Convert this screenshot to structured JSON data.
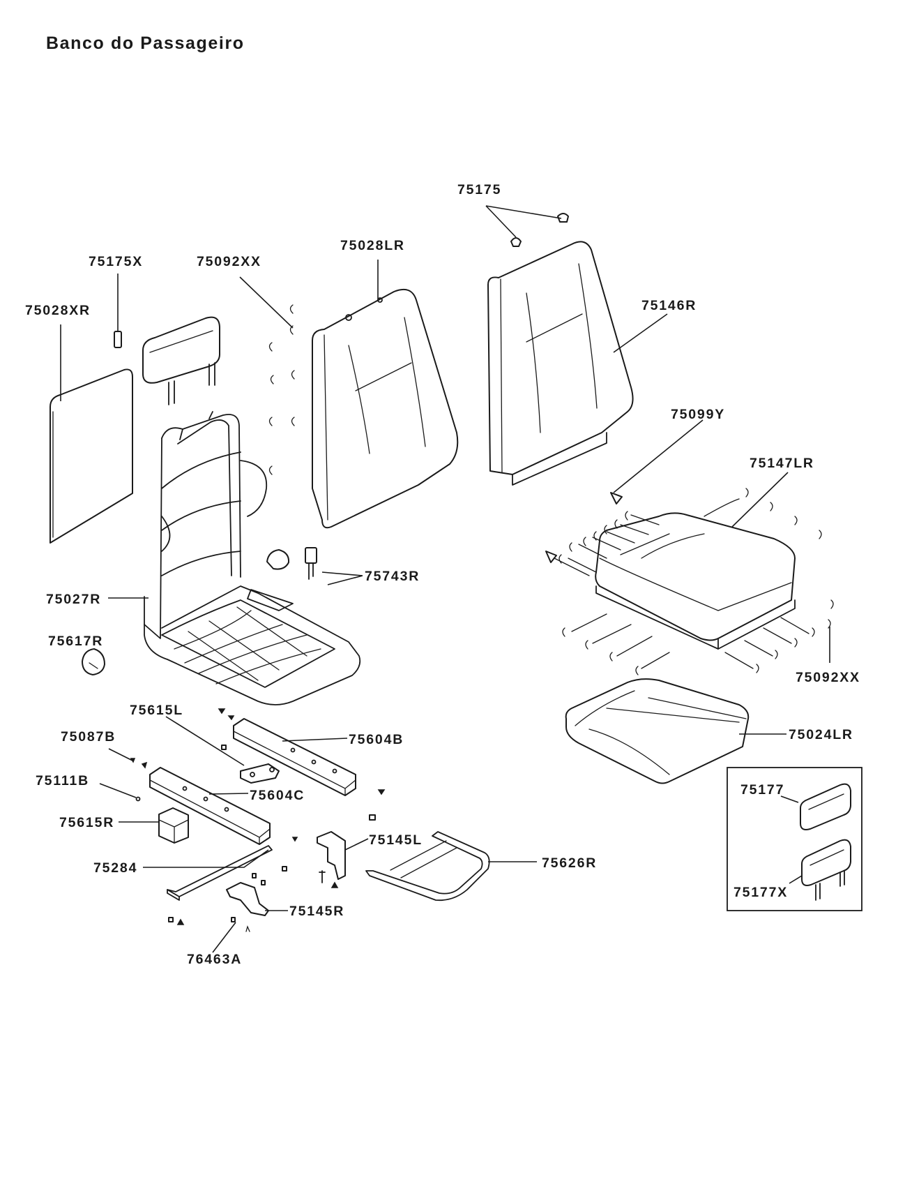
{
  "title": "Banco do Passageiro",
  "parts": {
    "p75175": "75175",
    "p75175X": "75175X",
    "p75092XX_top": "75092XX",
    "p75028LR": "75028LR",
    "p75028XR": "75028XR",
    "p75146R": "75146R",
    "p75099Y": "75099Y",
    "p75147LR": "75147LR",
    "p75743R": "75743R",
    "p75027R": "75027R",
    "p75617R": "75617R",
    "p75092XX_right": "75092XX",
    "p75615L": "75615L",
    "p75604B": "75604B",
    "p75024LR": "75024LR",
    "p75087B": "75087B",
    "p75111B": "75111B",
    "p75604C": "75604C",
    "p75615R": "75615R",
    "p75145L": "75145L",
    "p75626R": "75626R",
    "p75284": "75284",
    "p75145R": "75145R",
    "p76463A": "76463A"
  },
  "inset": {
    "p75177": "75177",
    "p75177X": "75177X"
  }
}
